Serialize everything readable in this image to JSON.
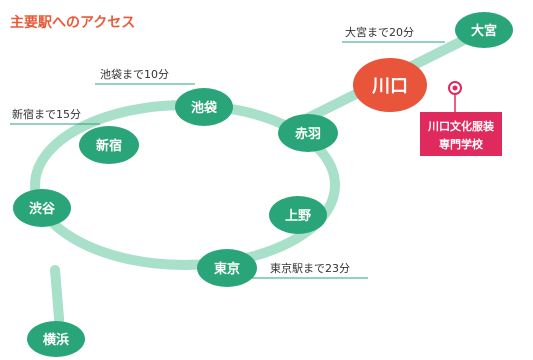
{
  "map": {
    "title": "主要駅へのアクセス",
    "stations": {
      "omiya": "大宮",
      "kawaguchi": "川口",
      "akabane": "赤羽",
      "ueno": "上野",
      "tokyo": "東京",
      "ikebukuro": "池袋",
      "shinjuku": "新宿",
      "shibuya": "渋谷",
      "yokohama": "横浜"
    },
    "times": {
      "omiya": "大宮まで20分",
      "ikebukuro": "池袋まで10分",
      "shinjuku": "新宿まで15分",
      "tokyo": "東京駅まで23分"
    },
    "school": {
      "line1": "川口文化服装",
      "line2": "専門学校"
    },
    "colors": {
      "title": "#e85a3a",
      "line": "#a8e0c9",
      "node": "#2aa579",
      "highlight": "#e8553b",
      "school": "#e02a5e",
      "underline": "#2aa579"
    }
  }
}
